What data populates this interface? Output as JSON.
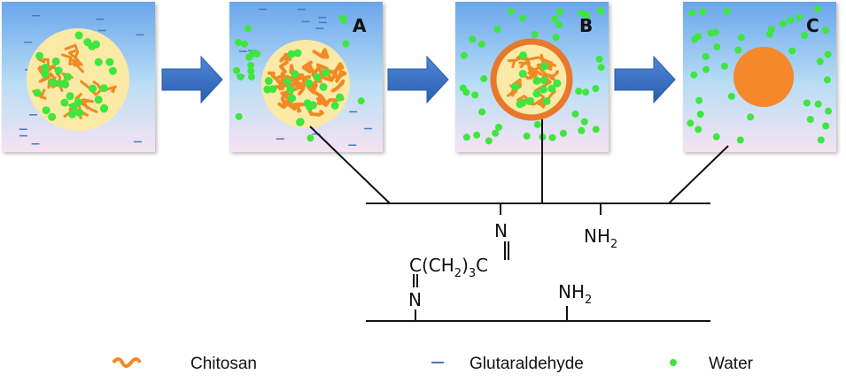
{
  "panels": [
    {
      "label": ""
    },
    {
      "label": "A"
    },
    {
      "label": "B"
    },
    {
      "label": "C"
    }
  ],
  "chemistry": {
    "imine_top": "N",
    "linker_c_left": "C",
    "linker_chain": "(CH",
    "linker_sub1": "2",
    "linker_close": ")",
    "linker_sub2": "3",
    "linker_c_right": "C",
    "imine_bottom": "N",
    "amine_top": "NH",
    "amine_top_sub": "2",
    "amine_bottom": "NH",
    "amine_bottom_sub": "2"
  },
  "legend": {
    "chitosan": "Chitosan",
    "glutaraldehyde": "Glutaraldehyde",
    "water": "Water"
  },
  "colors": {
    "chitosan": "#f08a24",
    "water": "#3ee63e",
    "glutaraldehyde": "#4a78c0",
    "arrow": "#3f76c8",
    "bead": "#fbe9a6"
  }
}
